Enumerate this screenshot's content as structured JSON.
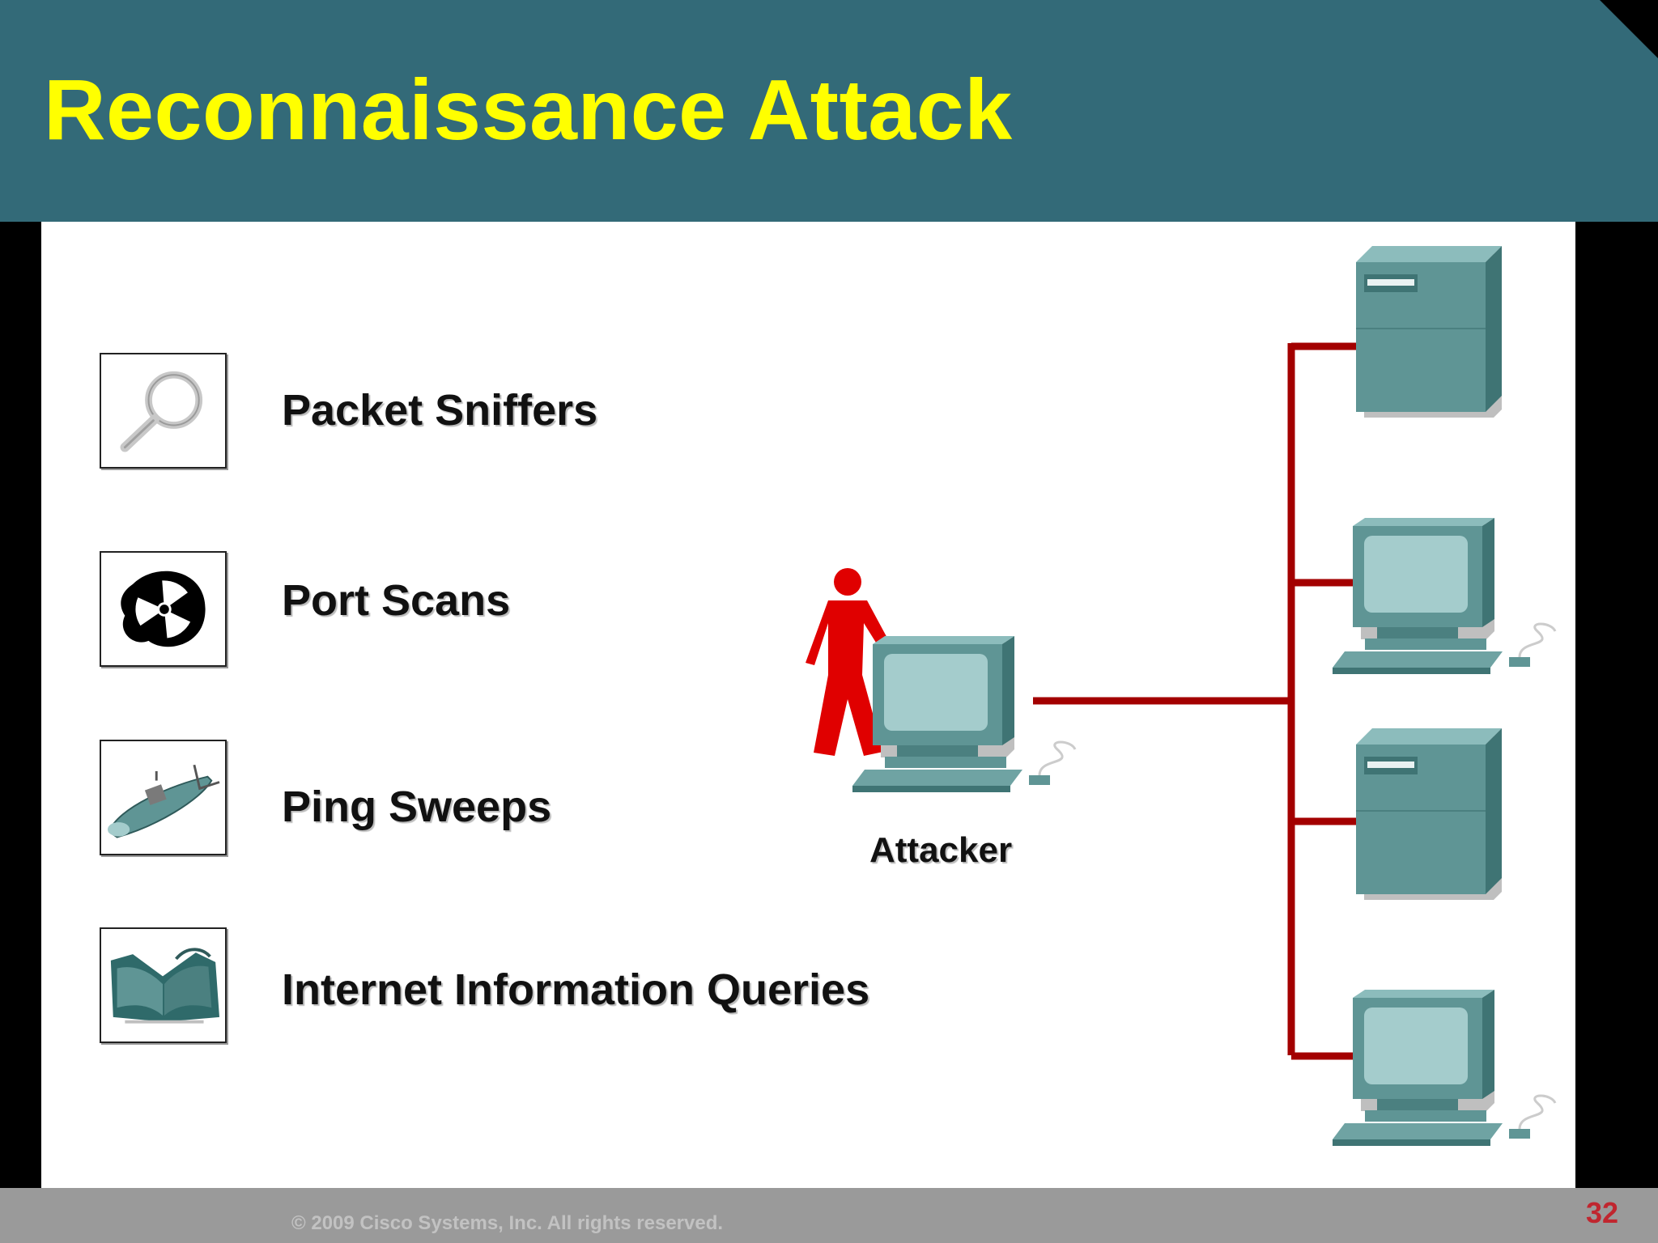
{
  "slide": {
    "title": "Reconnaissance Attack",
    "page_number": "32",
    "copyright": "© 2009 Cisco Systems, Inc. All rights reserved."
  },
  "diagram": {
    "items": [
      {
        "label": "Packet Sniffers",
        "icon": "magnifier-icon"
      },
      {
        "label": "Port Scans",
        "icon": "radiation-icon"
      },
      {
        "label": "Ping Sweeps",
        "icon": "submarine-icon"
      },
      {
        "label": "Internet Information Queries",
        "icon": "book-icon"
      }
    ],
    "attacker_label": "Attacker",
    "nodes": [
      "server",
      "workstation",
      "server",
      "workstation"
    ]
  },
  "colors": {
    "title_bar": "#336a78",
    "title_text": "#ffff00",
    "link": "#a30000",
    "device": "#5f9595",
    "attacker": "#e00000",
    "page_number": "#c0262f"
  }
}
